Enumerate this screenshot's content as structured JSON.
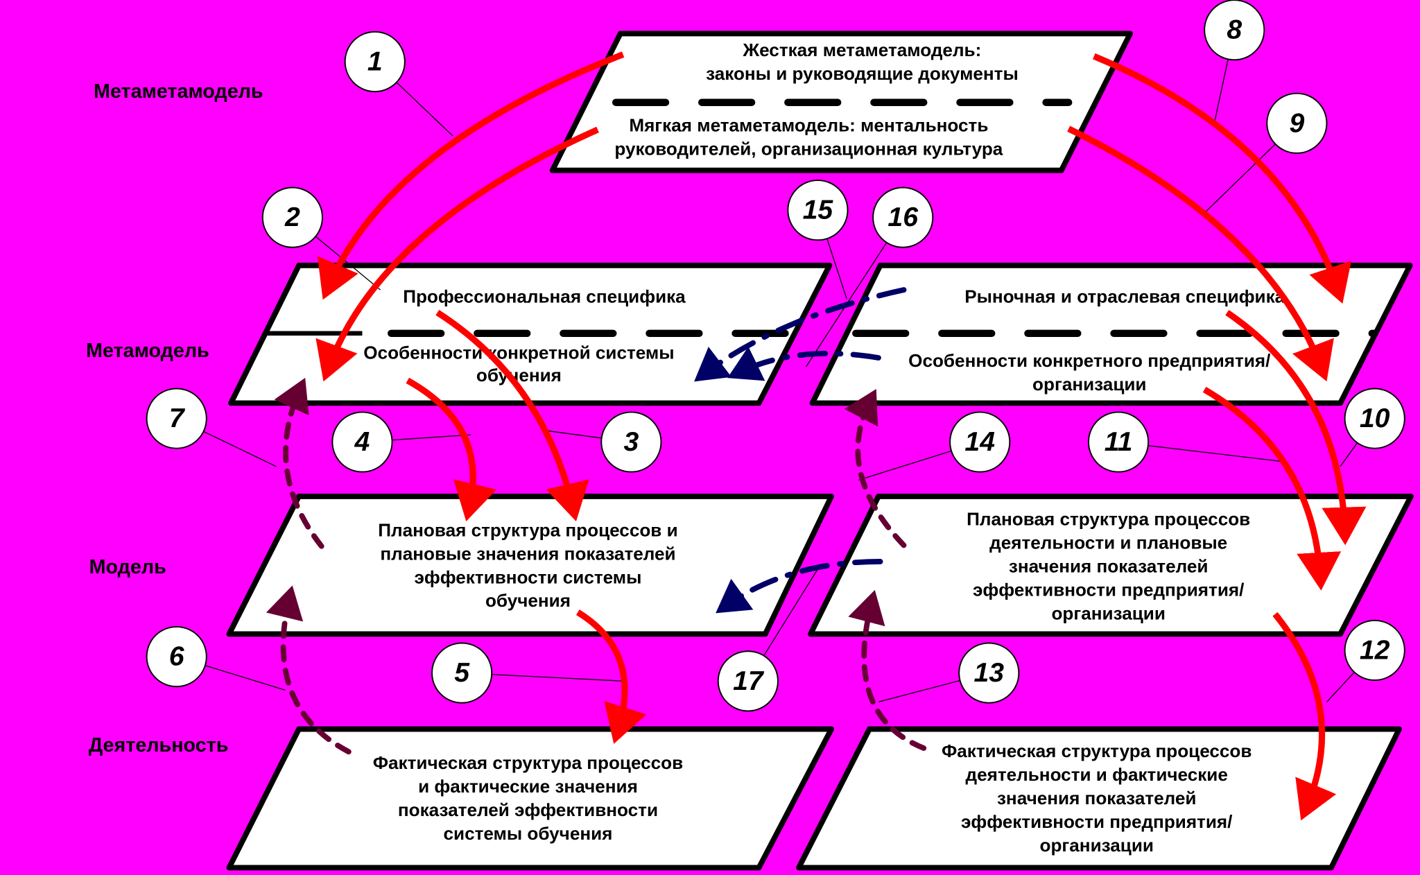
{
  "colors": {
    "background": "#FF00FF",
    "red_arrow": "#FF0000",
    "purple_arrow": "#660033",
    "navy_arrow": "#000066"
  },
  "levels": [
    "Метаметамодель",
    "Метамодель",
    "Модель",
    "Деятельность"
  ],
  "boxes": {
    "metametamodel": {
      "hard": [
        "Жесткая метаметамодель:",
        "законы и руководящие документы"
      ],
      "soft": [
        "Мягкая метаметамодель: ментальность",
        "руководителей, организационная культура"
      ]
    },
    "metamodel_left": {
      "top": [
        "Профессиональная специфика"
      ],
      "bottom": [
        "Особенности конкретной системы",
        "обучения"
      ]
    },
    "metamodel_right": {
      "top": [
        "Рыночная и отраслевая специфика"
      ],
      "bottom": [
        "Особенности конкретного предприятия/",
        "организации"
      ]
    },
    "model_left": [
      "Плановая структура процессов и",
      "плановые значения показателей",
      "эффективности системы",
      "обучения"
    ],
    "model_right": [
      "Плановая структура процессов",
      "деятельности и плановые",
      "значения показателей",
      "эффективности предприятия/",
      "организации"
    ],
    "activity_left": [
      "Фактическая структура процессов",
      "и фактические значения",
      "показателей эффективности",
      "системы обучения"
    ],
    "activity_right": [
      "Фактическая структура процессов",
      "деятельности и фактические",
      "значения показателей",
      "эффективности предприятия/",
      "организации"
    ]
  },
  "callouts": [
    "1",
    "2",
    "3",
    "4",
    "5",
    "6",
    "7",
    "8",
    "9",
    "10",
    "11",
    "12",
    "13",
    "14",
    "15",
    "16",
    "17"
  ]
}
